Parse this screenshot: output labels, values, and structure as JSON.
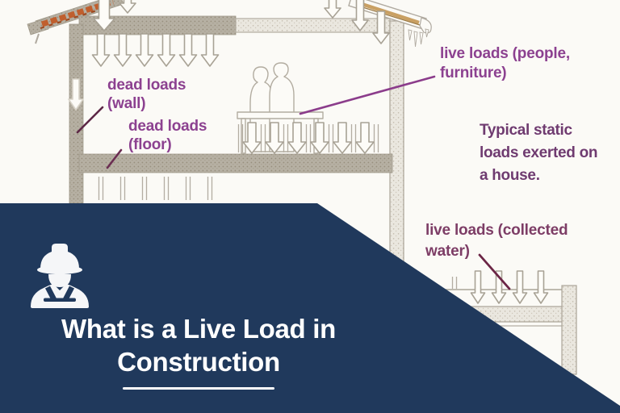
{
  "banner": {
    "title_line1": "What is a Live Load in",
    "title_line2": "Construction",
    "icon": "construction-worker-icon"
  },
  "diagram": {
    "labels": {
      "dead_wall_line1": "dead loads",
      "dead_wall_line2": "(wall)",
      "dead_floor_line1": "dead loads",
      "dead_floor_line2": "(floor)",
      "live_people_line1": "live loads (people,",
      "live_people_line2": "furniture)",
      "live_water_line1": "live loads (collected",
      "live_water_line2": "water)",
      "caption_line1": "Typical static",
      "caption_line2": "loads exerted on",
      "caption_line3": "a house."
    },
    "elements": [
      "house-cross-section",
      "roof",
      "walls",
      "floor-slabs",
      "balcony-people",
      "table",
      "load-arrows",
      "porch-flat-roof",
      "icicles"
    ]
  },
  "colors": {
    "paper": "#fbfaf6",
    "banner_bg": "#20395c",
    "title_color": "#ffffff",
    "label_purple": "#8c4190",
    "caption_plum": "#6f3b70",
    "water_plum": "#7d3d66",
    "leader_dark": "#5d2746",
    "leader_mid": "#6b2d52",
    "leader_purple": "#8b3c8b",
    "leader_water": "#6b2545",
    "arrow_stroke": "#a8a295",
    "slab_gray": "#b6b0a3",
    "tile_orange": "#c05f2e",
    "beam_tan": "#c9a063"
  }
}
